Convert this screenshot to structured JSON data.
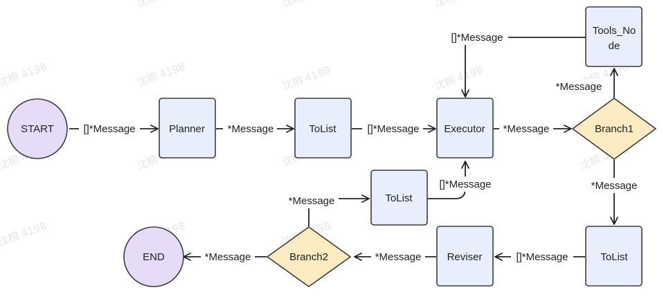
{
  "watermark": "沈桐 4198",
  "nodes": {
    "start": "START",
    "planner": "Planner",
    "tolist_top": "ToList",
    "executor": "Executor",
    "branch1": "Branch1",
    "tools_node_line1": "Tools_No",
    "tools_node_line2": "de",
    "tolist_right": "ToList",
    "reviser": "Reviser",
    "branch2": "Branch2",
    "end": "END",
    "tolist_mid": "ToList"
  },
  "edges": {
    "start_to_planner": "[]*Message",
    "planner_to_tolist": "*Message",
    "tolist_to_executor": "[]*Message",
    "executor_to_branch1": "*Message",
    "branch1_to_tools": "*Message",
    "tools_to_executor": "[]*Message",
    "branch1_to_tolist": "*Message",
    "tolist_to_reviser": "[]*Message",
    "reviser_to_branch2": "*Message",
    "branch2_to_end": "*Message",
    "branch2_to_tolist": "*Message",
    "tolist_to_executor_loop": "[]*Message"
  },
  "colors": {
    "box_fill": "#e8eefb",
    "start_end_fill": "#e6dcfa",
    "branch_fill": "#fdebc2",
    "stroke": "#3b3b3b"
  }
}
